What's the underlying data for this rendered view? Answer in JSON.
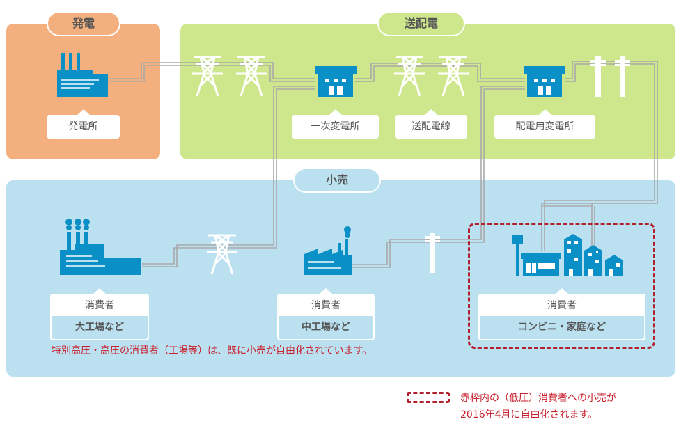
{
  "sections": {
    "generation": {
      "title": "発電",
      "color": "#f3b07e"
    },
    "transmission": {
      "title": "送配電",
      "color": "#cfe78c"
    },
    "retail": {
      "title": "小売",
      "color": "#bbe1f0"
    }
  },
  "facilities": {
    "power_plant": "発電所",
    "primary_substation": "一次変電所",
    "transmission_lines": "送配電線",
    "distribution_substation": "配電用変電所"
  },
  "consumers": [
    {
      "heading": "消費者",
      "type": "大工場など"
    },
    {
      "heading": "消費者",
      "type": "中工場など"
    },
    {
      "heading": "消費者",
      "type": "コンビニ・家庭など"
    }
  ],
  "notes": {
    "already_liberalized": "特別高圧・高圧の消費者（工場等）は、既に小売が自由化されています。",
    "legend_line1": "赤枠内の（低圧）消費者への小売が",
    "legend_line2": "2016年4月に自由化されます。"
  },
  "colors": {
    "icon_blue": "#0a8fc7",
    "wire_gray": "#a9a9a9",
    "accent_red": "#b3202d"
  }
}
